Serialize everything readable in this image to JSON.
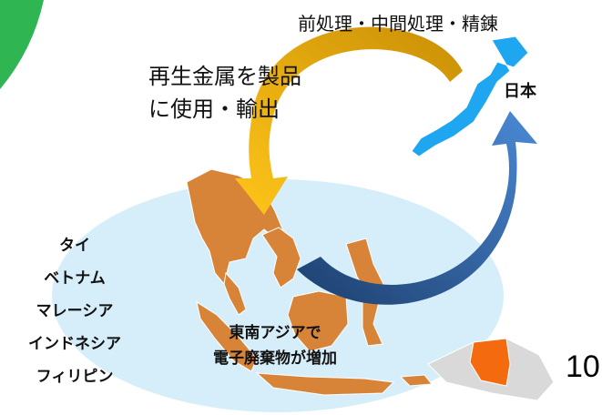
{
  "flow_labels": {
    "processing": "前処理・中間処理・精錬",
    "reuse_line1": "再生金属を製品",
    "reuse_line2": "に使用・輸出"
  },
  "japan": {
    "label": "日本"
  },
  "countries": [
    "タイ",
    "ベトナム",
    "マレーシア",
    "インドネシア",
    "フィリピン"
  ],
  "southeast_asia": {
    "line1": "東南アジアで",
    "line2": "電子廃棄物が増加"
  },
  "page_number": "10",
  "colors": {
    "land_sea": "#d88438",
    "land_japan": "#1ea7f0",
    "ellipse": "#d6eef9",
    "arrow_gold": "#f2b400",
    "arrow_blue": "#2e6db0",
    "badge_green": "#2fb551",
    "png_orange": "#f46a0e"
  }
}
